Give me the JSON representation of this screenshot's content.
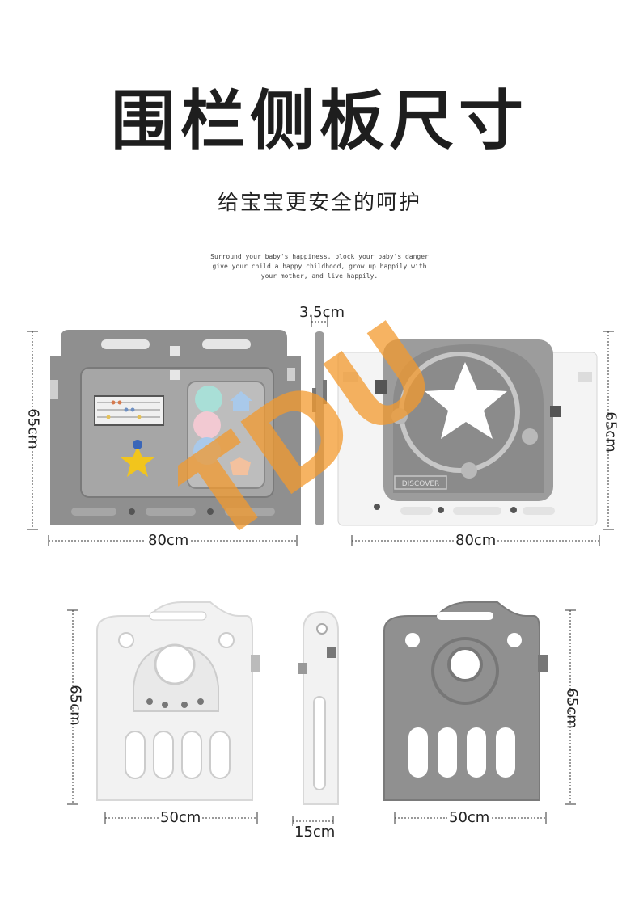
{
  "header": {
    "title": "围栏侧板尺寸",
    "subtitle": "给宝宝更安全的呵护",
    "tagline": [
      "Surround your baby's happiness, block your baby's danger",
      "give your child a happy childhood, grow up happily with",
      "your mother, and live happily."
    ]
  },
  "panels": {
    "top_left": {
      "width_label": "80cm",
      "height_label": "65cm"
    },
    "top_side": {
      "thickness_label": "3.5cm"
    },
    "top_right": {
      "width_label": "80cm",
      "height_label": "65cm",
      "door_text": "DISCOVER"
    },
    "bottom_left": {
      "width_label": "50cm",
      "height_label": "65cm"
    },
    "bottom_side": {
      "width_label": "15cm"
    },
    "bottom_right": {
      "width_label": "50cm",
      "height_label": "65cm"
    }
  },
  "watermark": {
    "text": "TDU"
  },
  "colors": {
    "panel_gray": "#8f8f8f",
    "panel_light": "#dcdcdc",
    "panel_white": "#f4f4f4",
    "watermark_orange": "#f39a2e"
  }
}
